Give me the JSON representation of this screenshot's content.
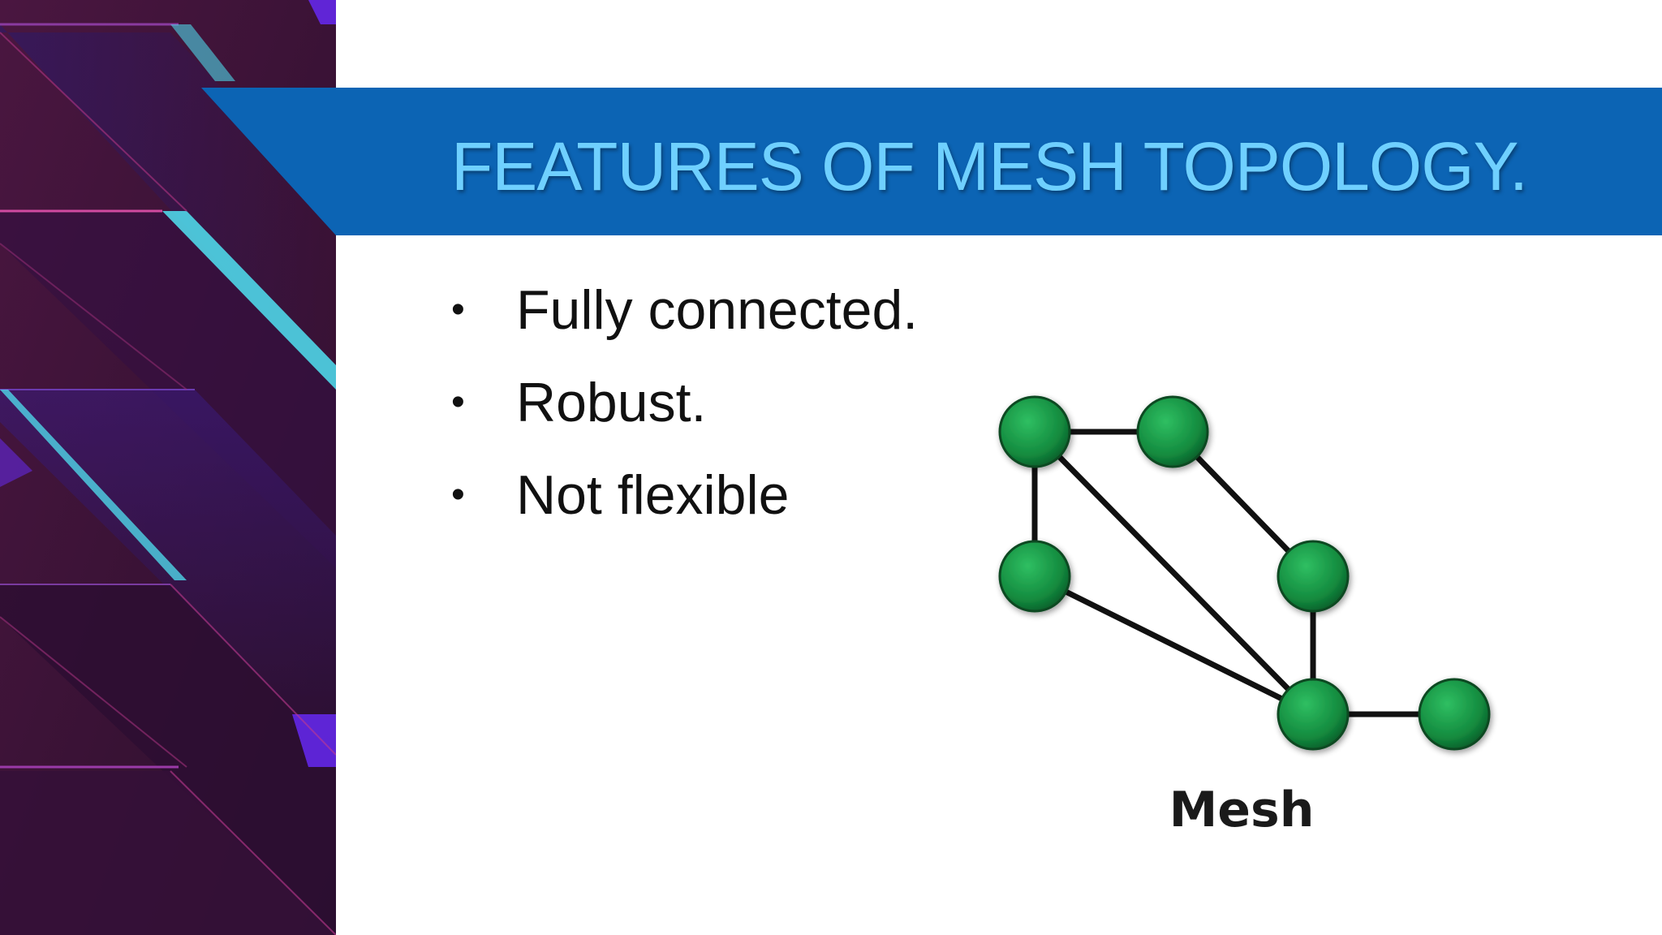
{
  "slide": {
    "title": "FEATURES OF MESH TOPOLOGY.",
    "bullets": [
      {
        "symbol": "•",
        "text": "Fully connected."
      },
      {
        "symbol": "•",
        "text": "Robust."
      },
      {
        "symbol": "•",
        "text": "Not flexible"
      }
    ]
  },
  "diagram": {
    "caption": "Mesh",
    "node_color": "#1a9a4a",
    "edge_color": "#111111"
  },
  "colors": {
    "title_band": "#0c64b4",
    "title_text": "#6fd0ff",
    "side_panel": "#3a1433",
    "side_accent_cyan": "#4fd6e8",
    "side_accent_violet": "#6a2bff"
  }
}
